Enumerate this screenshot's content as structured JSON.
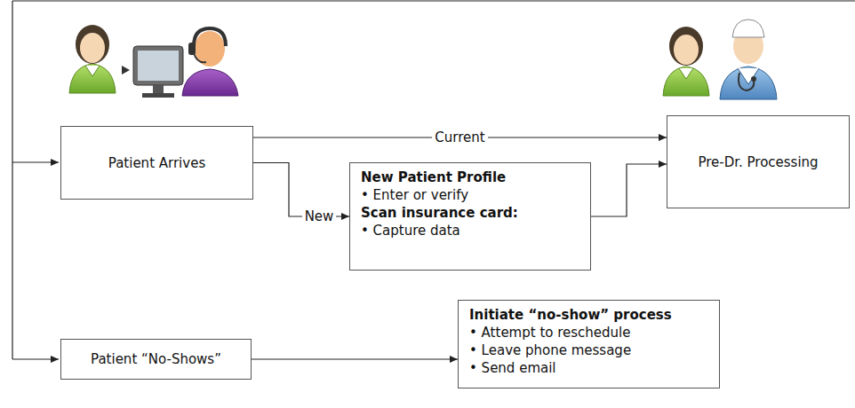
{
  "diagram": {
    "nodes": [
      {
        "text": [
          "Patient Arrives"
        ]
      },
      {
        "text": [
          "Pre-Dr. Processing"
        ]
      },
      {
        "text": [
          "New Patient Profile",
          "• Enter or verify",
          "Scan insurance card:",
          "• Capture data"
        ]
      },
      {
        "text": [
          "Patient “No-Shows”"
        ]
      },
      {
        "text": [
          "Initiate “no-show” process",
          "• Attempt to reschedule",
          "• Leave phone message",
          "• Send email"
        ]
      }
    ],
    "edges": [
      {
        "from": 0,
        "to": 1,
        "label": "Current",
        "arrow": "to"
      },
      {
        "from": 0,
        "to": 2,
        "label": "New",
        "arrow": "to"
      },
      {
        "from": 2,
        "to": 1,
        "arrow": "to"
      },
      {
        "from": 3,
        "to": 4,
        "arrow": "to"
      }
    ]
  }
}
